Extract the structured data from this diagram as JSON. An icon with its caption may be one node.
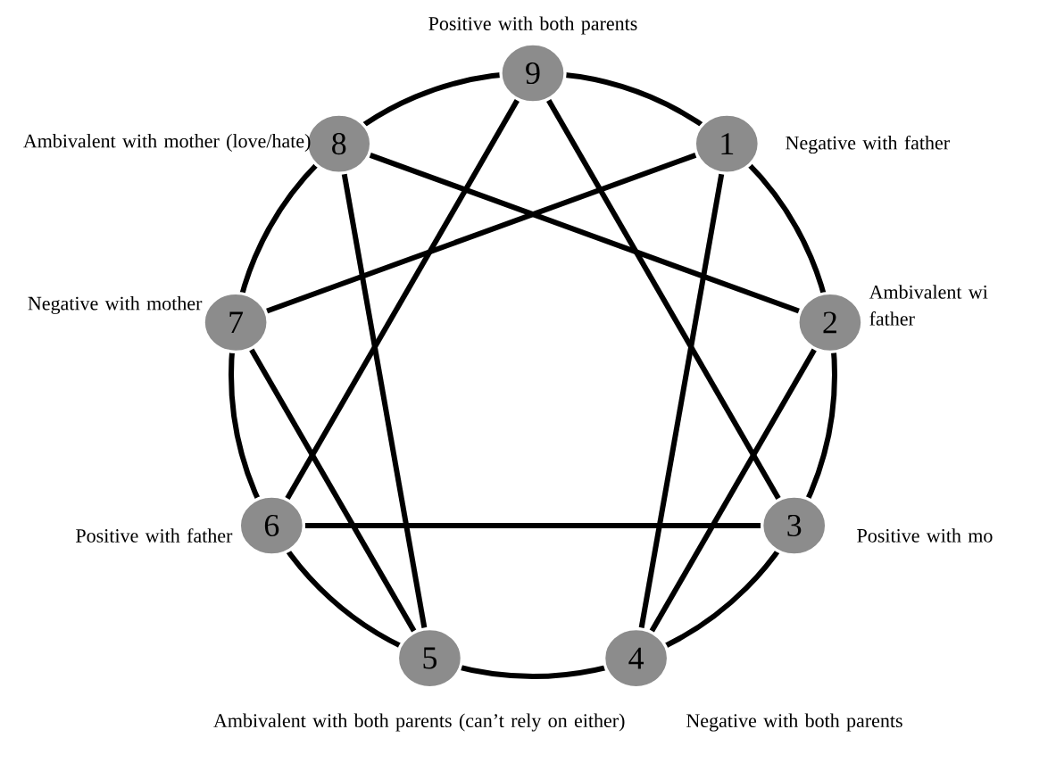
{
  "diagram": {
    "nodes": [
      {
        "text": [
          "9"
        ],
        "beside": [
          "Positive with both parents"
        ]
      },
      {
        "text": [
          "8"
        ],
        "beside": [
          "Ambivalent with mother (love/hate)"
        ]
      },
      {
        "text": [
          "1"
        ],
        "beside": [
          "Negative with father"
        ]
      },
      {
        "text": [
          "7"
        ],
        "beside": [
          "Negative with mother"
        ]
      },
      {
        "text": [
          "2"
        ],
        "beside": [
          "Ambivalent wi father"
        ]
      },
      {
        "text": [
          "6"
        ],
        "beside": [
          "Positive with father"
        ]
      },
      {
        "text": [
          "3"
        ],
        "beside": [
          "Positive with mo"
        ]
      },
      {
        "text": [
          "5"
        ],
        "beside": [
          "Ambivalent with both parents (can’t rely on either)"
        ]
      },
      {
        "text": [
          "4"
        ],
        "beside": [
          "Negative with both parents"
        ]
      }
    ],
    "edges": [
      {
        "from": 0,
        "to": 6,
        "arrow": "none"
      },
      {
        "from": 0,
        "to": 5,
        "arrow": "none"
      },
      {
        "from": 5,
        "to": 6,
        "arrow": "none"
      },
      {
        "from": 2,
        "to": 8,
        "arrow": "none"
      },
      {
        "from": 8,
        "to": 4,
        "arrow": "none"
      },
      {
        "from": 4,
        "to": 1,
        "arrow": "none"
      },
      {
        "from": 1,
        "to": 7,
        "arrow": "none"
      },
      {
        "from": 7,
        "to": 3,
        "arrow": "none"
      },
      {
        "from": 3,
        "to": 2,
        "arrow": "none"
      }
    ]
  }
}
